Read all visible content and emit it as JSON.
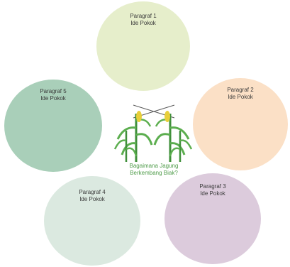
{
  "diagram": {
    "center": {
      "lines": [
        "Bagaimana Jagung",
        "Berkembang Biak?"
      ]
    },
    "nodes": [
      {
        "id": "c1",
        "title": "Paragraf 1",
        "subtitle": "Ide Pokok",
        "color": "#e6eecb"
      },
      {
        "id": "c2",
        "title": "Paragraf 2",
        "subtitle": "Ide Pokok",
        "color": "#fbe0c6"
      },
      {
        "id": "c3",
        "title": "Paragraf 3",
        "subtitle": "Ide Pokok",
        "color": "#dccbdc"
      },
      {
        "id": "c4",
        "title": "Paragraf 4",
        "subtitle": "Ide Pokok",
        "color": "#dbe9e0"
      },
      {
        "id": "c5",
        "title": "Paragraf 5",
        "subtitle": "Ide Pokok",
        "color": "#a9cfb9"
      }
    ],
    "icon": "corn-plants-icon",
    "accent_color": "#4f9c4a"
  }
}
